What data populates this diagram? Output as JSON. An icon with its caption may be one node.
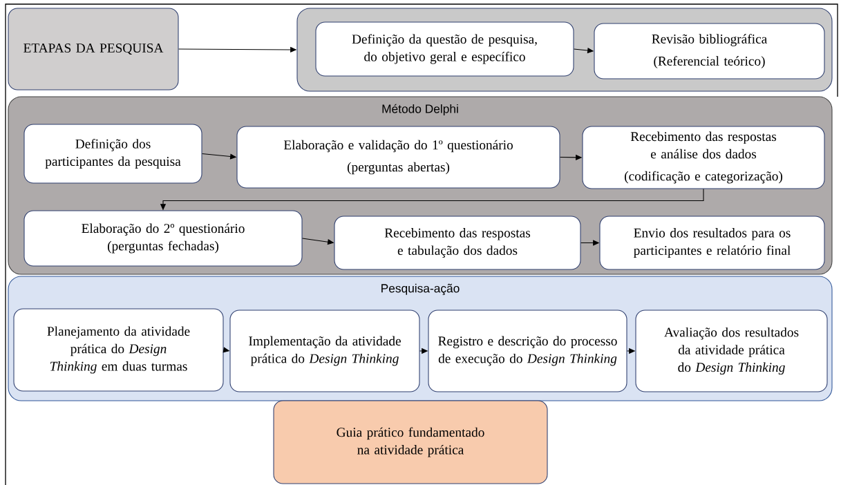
{
  "diagram": {
    "nodes": [
      {
        "text": [
          "ETAPAS DA PESQUISA"
        ]
      },
      {
        "text": [],
        "shape": "box"
      },
      {
        "text": [
          "Definição da questão de pesquisa, do objetivo geral e específico"
        ],
        "in": 1
      },
      {
        "text": [
          "Revisão bibliográfica",
          "(Referencial teórico)"
        ],
        "in": 1
      },
      {
        "text": [
          "Método Delphi"
        ]
      },
      {
        "text": [
          "Definição dos participantes da pesquisa"
        ],
        "in": 4
      },
      {
        "text": [
          "Elaboração e validação do 1º questionário",
          "(perguntas abertas)"
        ],
        "in": 4
      },
      {
        "text": [
          "Recebimento das respostas e análise dos dados",
          "(codificação e categorização)"
        ],
        "in": 4
      },
      {
        "text": [
          "Elaboração do 2º questionário (perguntas fechadas)"
        ],
        "in": 4
      },
      {
        "text": [
          "Recebimento das respostas e tabulação dos dados"
        ],
        "in": 4
      },
      {
        "text": [
          "Envio dos resultados para os participantes e relatório final"
        ],
        "in": 4
      },
      {
        "text": [
          "Pesquisa-ação"
        ]
      },
      {
        "text": [
          "Planejamento da atividade prática do *Design Thinking* em duas turmas"
        ],
        "in": 11
      },
      {
        "text": [
          "Implementação da atividade prática do *Design Thinking*"
        ],
        "in": 11
      },
      {
        "text": [
          "Registro e descrição do processo de execução do *Design Thinking*"
        ],
        "in": 11
      },
      {
        "text": [
          "Avaliação dos resultados da atividade prática do *Design Thinking*"
        ],
        "in": 11
      },
      {
        "text": [
          "Guia prático fundamentado na atividade prática"
        ]
      }
    ],
    "edges": [
      {
        "from": 0,
        "to": 1,
        "arrow": "to"
      },
      {
        "from": 2,
        "to": 3,
        "arrow": "to"
      },
      {
        "from": 5,
        "to": 6,
        "arrow": "to"
      },
      {
        "from": 6,
        "to": 7,
        "arrow": "to"
      },
      {
        "from": 7,
        "to": 8,
        "arrow": "to"
      },
      {
        "from": 8,
        "to": 9,
        "arrow": "to"
      },
      {
        "from": 9,
        "to": 10,
        "arrow": "to"
      },
      {
        "from": 12,
        "to": 13,
        "arrow": "to"
      },
      {
        "from": 13,
        "to": 14,
        "arrow": "to"
      },
      {
        "from": 14,
        "to": 15,
        "arrow": "to"
      }
    ]
  }
}
